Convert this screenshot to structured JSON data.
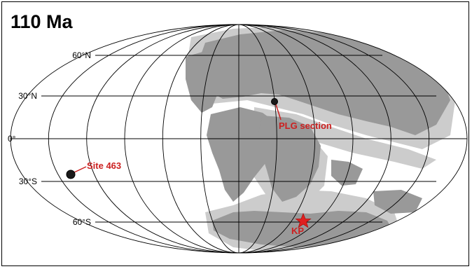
{
  "map": {
    "title": "110 Ma",
    "latitude_labels": [
      "60°N",
      "30°N",
      "0°",
      "30°S",
      "60°S"
    ],
    "sites": [
      {
        "label": "Site 463",
        "marker": "black-dot-marker"
      },
      {
        "label": "PLG section",
        "marker": "black-dot-marker"
      },
      {
        "label": "KP",
        "marker": "red-star-marker"
      }
    ],
    "colors": {
      "continent": "#999999",
      "shelf_sea": "#cccccc",
      "graticule": "#000000",
      "site_label": "#cc2020",
      "star": "#e02020"
    }
  }
}
